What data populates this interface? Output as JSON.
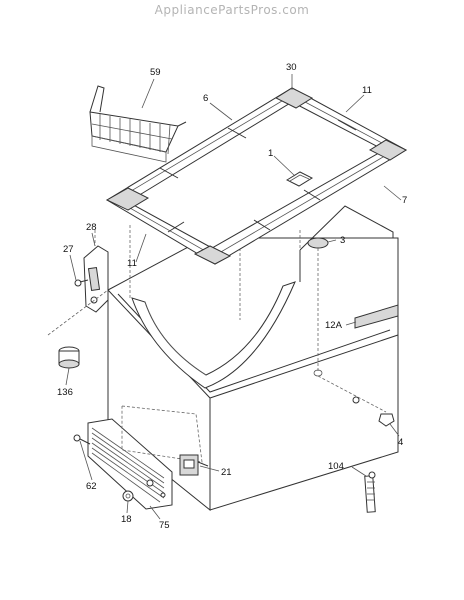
{
  "watermark": "AppliancePartsPros.com",
  "part_labels": {
    "p59": "59",
    "p30": "30",
    "p6": "6",
    "p11a": "11",
    "p1": "1",
    "p7": "7",
    "p28": "28",
    "p27": "27",
    "p11b": "11",
    "p3": "3",
    "p12A": "12A",
    "p136": "136",
    "p4": "4",
    "p104": "104",
    "p21": "21",
    "p62": "62",
    "p18": "18",
    "p75": "75"
  }
}
